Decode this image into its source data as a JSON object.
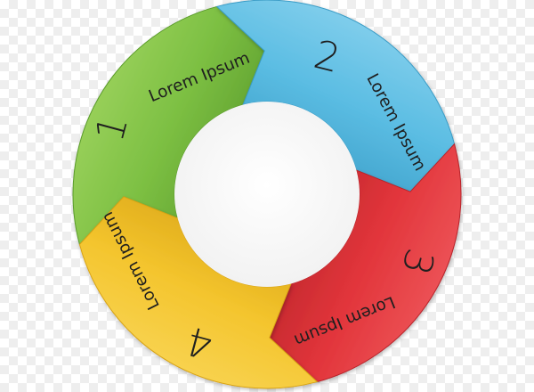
{
  "segments": [
    {
      "number": "1",
      "label": "Lorem Ipsum",
      "color": "#7dc043",
      "dark": "#5a9b2b",
      "light": "#9fd45f"
    },
    {
      "number": "2",
      "label": "Lorem Ipsum",
      "color": "#5bbde3",
      "dark": "#3a9cc6",
      "light": "#8ad2ee"
    },
    {
      "number": "3",
      "label": "Lorem Ipsum",
      "color": "#e2353b",
      "dark": "#b8242a",
      "light": "#ef5a5d"
    },
    {
      "number": "4",
      "label": "Lorem Ipsum",
      "color": "#f4c52e",
      "dark": "#d8a314",
      "light": "#f9d658"
    }
  ]
}
